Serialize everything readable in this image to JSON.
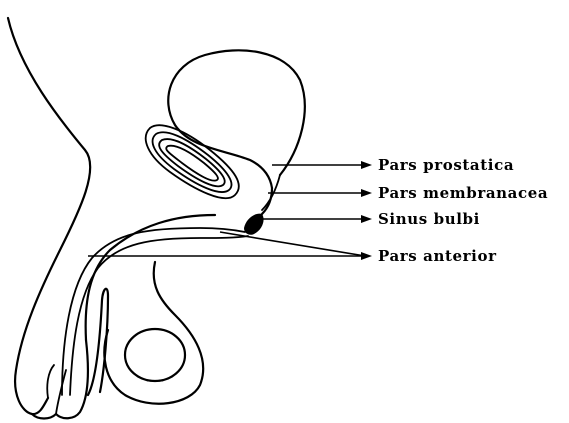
{
  "labels": {
    "pars_prostatica": "Pars prostatica",
    "pars_membranacea": "Pars membranacea",
    "sinus_bulbi": "Sinus bulbi",
    "pars_anterior": "Pars anterior"
  },
  "colors": {
    "line": "#000000",
    "background": "#ffffff"
  }
}
